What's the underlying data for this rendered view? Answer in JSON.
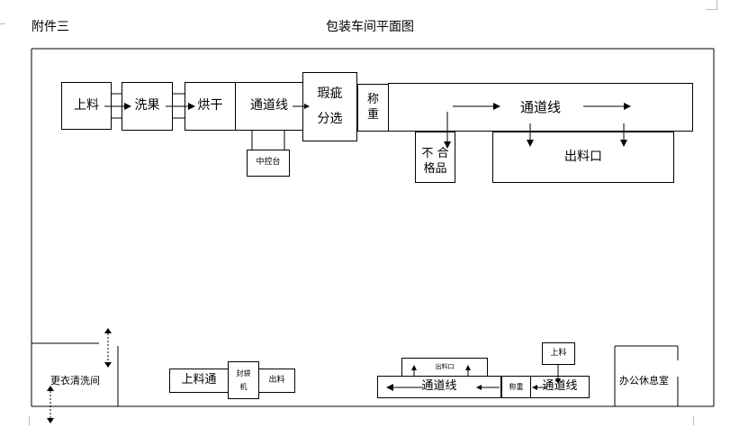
{
  "header": {
    "attachment": "附件三",
    "title": "包装车间平面图"
  },
  "upper_line": {
    "loading": "上料",
    "washing": "洗果",
    "drying": "烘干",
    "channel_1": "通道线",
    "control_console": "中控台",
    "defect_sorting_line1": "瑕疵",
    "defect_sorting_line2": "分选",
    "weighing_line1": "称",
    "weighing_line2": "重",
    "channel_2": "通道线",
    "reject_line1": "不 合",
    "reject_line2": "格品",
    "discharge": "出料口"
  },
  "lower_area": {
    "changing_room": "更衣清洗间",
    "loading_channel": "上料通",
    "sealing_machine_line1": "封袋",
    "sealing_machine_line2": "机",
    "discharge": "出料",
    "small_discharge": "出料口",
    "channel_left": "通道线",
    "weighing": "称重",
    "channel_right": "通道线",
    "loading_small": "上料",
    "office": "办公休息室"
  }
}
